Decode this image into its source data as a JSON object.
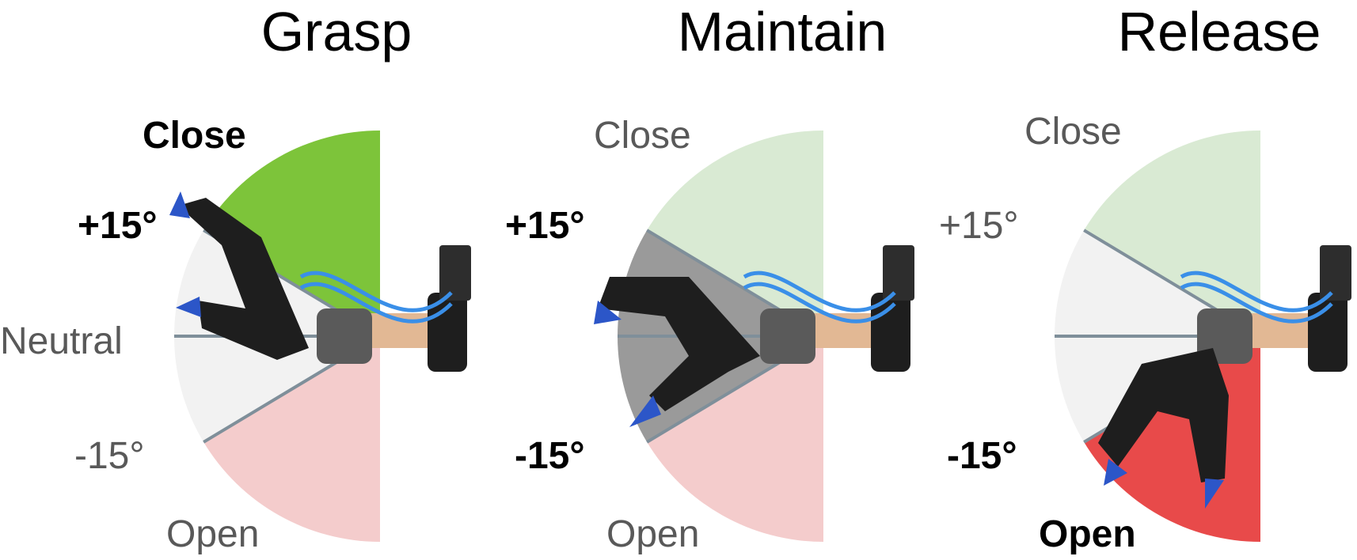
{
  "panels": [
    {
      "title": "Grasp",
      "active_zone": "close",
      "labels": {
        "close": "Close",
        "plus15": "+15°",
        "neutral": "Neutral",
        "minus15": "-15°",
        "open": "Open"
      },
      "emphasis": {
        "close": true,
        "plus15": true,
        "neutral": false,
        "minus15": false,
        "open": false
      }
    },
    {
      "title": "Maintain",
      "active_zone": "neutral",
      "labels": {
        "close": "Close",
        "plus15": "+15°",
        "neutral": "",
        "minus15": "-15°",
        "open": "Open"
      },
      "emphasis": {
        "close": false,
        "plus15": true,
        "neutral": false,
        "minus15": true,
        "open": false
      }
    },
    {
      "title": "Release",
      "active_zone": "open",
      "labels": {
        "close": "Close",
        "plus15": "+15°",
        "neutral": "",
        "minus15": "-15°",
        "open": "Open"
      },
      "emphasis": {
        "close": false,
        "plus15": false,
        "neutral": false,
        "minus15": true,
        "open": true
      }
    }
  ],
  "colors": {
    "close_active": "#7dc43a",
    "close_idle": "#d9ead3",
    "neutral_active": "#9a9a9a",
    "neutral_idle": "#f2f2f2",
    "open_active": "#e84a4a",
    "open_idle": "#f4cccc",
    "divider": "#7f8f9a",
    "glove": "#1e1e1e",
    "glove_pad": "#3a3a3a",
    "fingertip": "#2c56c8",
    "tube": "#3a8fe8",
    "skin": "#e2b894",
    "strap": "#5a5a5a"
  }
}
